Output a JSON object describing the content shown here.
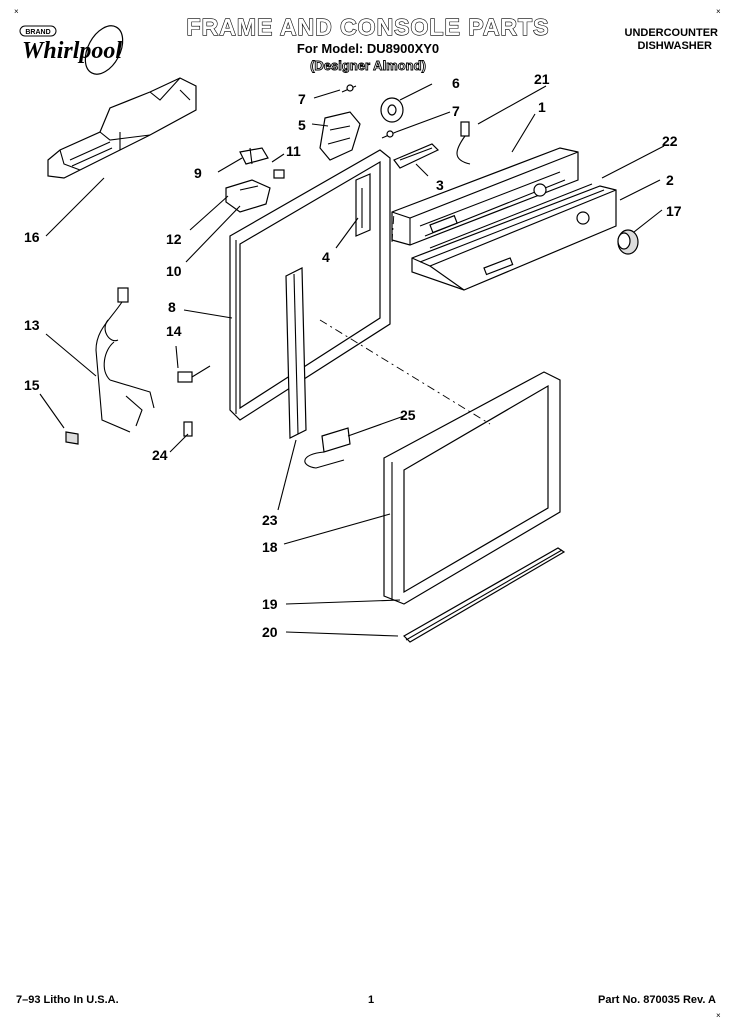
{
  "header": {
    "title": "FRAME AND CONSOLE PARTS",
    "model_line": "For Model: DU8900XY0",
    "variant": "(Designer Almond)",
    "appliance_line1": "UNDERCOUNTER",
    "appliance_line2": "DISHWASHER"
  },
  "logo": {
    "brand": "Whirlpool",
    "badge": "BRAND"
  },
  "callouts": {
    "c1": "1",
    "c2": "2",
    "c3": "3",
    "c4": "4",
    "c5": "5",
    "c6": "6",
    "c7a": "7",
    "c7b": "7",
    "c8": "8",
    "c9": "9",
    "c10": "10",
    "c11": "11",
    "c12": "12",
    "c13": "13",
    "c14": "14",
    "c15": "15",
    "c16": "16",
    "c17": "17",
    "c18": "18",
    "c19": "19",
    "c20": "20",
    "c21": "21",
    "c22": "22",
    "c23": "23",
    "c24": "24",
    "c25": "25"
  },
  "footer": {
    "left": "7–93 Litho In U.S.A.",
    "center": "1",
    "right": "Part No. 870035 Rev. A"
  }
}
